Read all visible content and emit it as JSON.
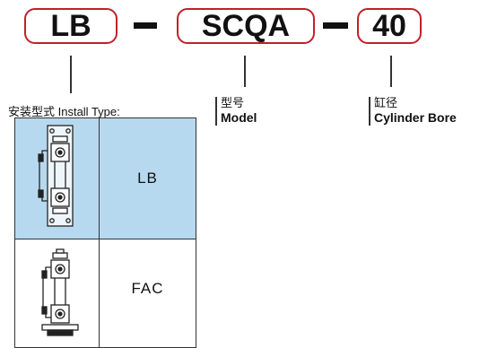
{
  "code": {
    "part1": "LB",
    "part2": "SCQA",
    "part3": "40"
  },
  "labels": {
    "install_type": "安装型式 Install Type:",
    "model_zh": "型号",
    "model_en": "Model",
    "bore_zh": "缸径",
    "bore_en": "Cylinder Bore"
  },
  "install_types": [
    {
      "code": "LB",
      "icon": "foot-mount-cylinder-icon",
      "highlighted": true
    },
    {
      "code": "FAC",
      "icon": "flange-mount-cylinder-icon",
      "highlighted": false
    }
  ],
  "colors": {
    "accent_border": "#c0202a",
    "highlight_fill": "#b7d9ef"
  }
}
